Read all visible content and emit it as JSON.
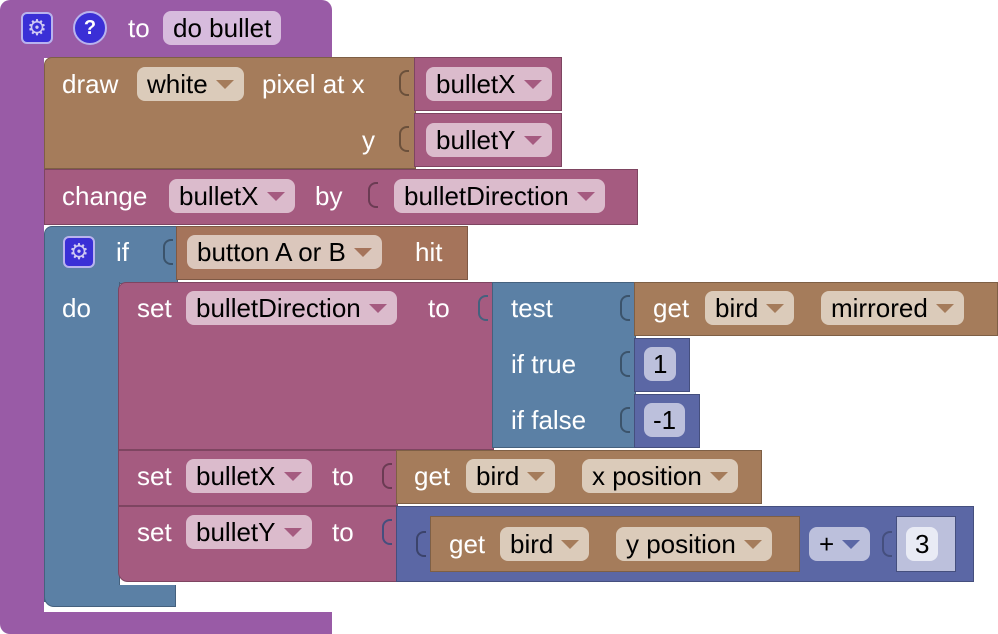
{
  "procedure": {
    "keyword": "to",
    "name": "do bullet",
    "gear_icon": "gear-icon",
    "help_icon": "question-mark-icon",
    "help_glyph": "?"
  },
  "draw_pixel": {
    "label_draw": "draw",
    "color": "white",
    "label_pixel_at_x": "pixel at x",
    "label_y": "y",
    "x_var": "bulletX",
    "y_var": "bulletY"
  },
  "change_var": {
    "label_change": "change",
    "var": "bulletX",
    "label_by": "by",
    "amount_var": "bulletDirection"
  },
  "if_block": {
    "label_if": "if",
    "label_do": "do",
    "condition": {
      "button": "button A or B",
      "label_hit": "hit"
    }
  },
  "set_direction": {
    "label_set": "set",
    "var": "bulletDirection",
    "label_to": "to",
    "ternary": {
      "label_test": "test",
      "label_if_true": "if true",
      "label_if_false": "if false",
      "test_get": "get",
      "test_sprite": "bird",
      "test_property": "mirrored",
      "true_value": "1",
      "false_value": "-1"
    }
  },
  "set_x": {
    "label_set": "set",
    "var": "bulletX",
    "label_to": "to",
    "label_get": "get",
    "sprite": "bird",
    "property": "x position"
  },
  "set_y": {
    "label_set": "set",
    "var": "bulletY",
    "label_to": "to",
    "label_get": "get",
    "sprite": "bird",
    "property": "y position",
    "operator": "+",
    "operand": "3"
  },
  "colors": {
    "procedure": "#995ba6",
    "sprite": "#a57c5b",
    "variable": "#a55b80",
    "logic": "#5b80a5",
    "math": "#5b67a5",
    "controller": "#a5745b"
  }
}
